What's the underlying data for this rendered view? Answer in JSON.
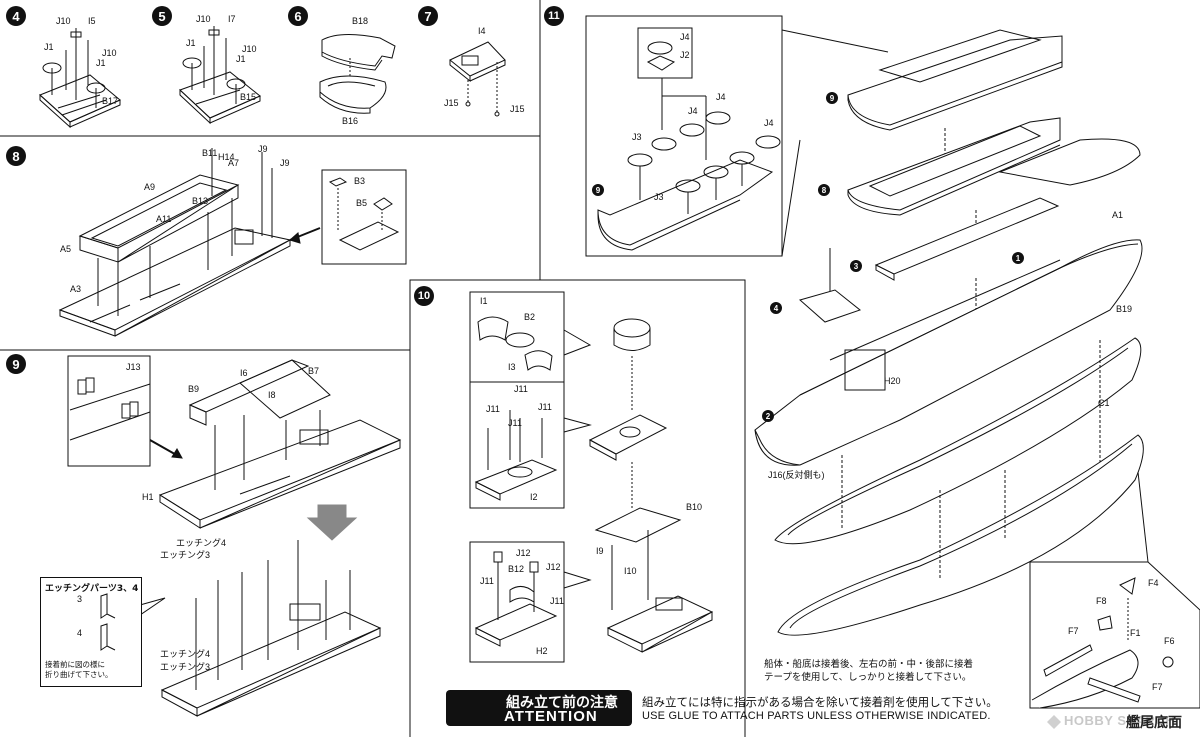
{
  "steps": {
    "s4": {
      "num": "4",
      "parts": [
        "J10",
        "I5",
        "J1",
        "J10",
        "J1",
        "B17"
      ]
    },
    "s5": {
      "num": "5",
      "parts": [
        "J10",
        "I7",
        "J1",
        "J10",
        "J1",
        "B15"
      ]
    },
    "s6": {
      "num": "6",
      "parts": [
        "B18",
        "B16"
      ]
    },
    "s7": {
      "num": "7",
      "parts": [
        "I4",
        "J15",
        "J15"
      ]
    },
    "s8": {
      "num": "8",
      "parts": [
        "B11",
        "H14",
        "A7",
        "J9",
        "J9",
        "A9",
        "A11",
        "B13",
        "A5",
        "A3"
      ],
      "inset_parts": [
        "B3",
        "B5"
      ]
    },
    "s9": {
      "num": "9",
      "parts": [
        "I6",
        "B7",
        "B9",
        "I8",
        "H1"
      ],
      "inset_parts": [
        "J13"
      ],
      "etch": [
        "エッチング4",
        "エッチング3",
        "エッチング4",
        "エッチング3"
      ]
    },
    "s10": {
      "num": "10",
      "inset_a": [
        "I1",
        "B2",
        "I3"
      ],
      "inset_b": [
        "J11",
        "J11",
        "J11",
        "J11",
        "I2"
      ],
      "inset_c": [
        "J12",
        "J11",
        "B12",
        "J12",
        "J11",
        "H2"
      ],
      "parts": [
        "B10",
        "I9",
        "I10"
      ]
    },
    "s11": {
      "num": "11",
      "inset_parts": [
        "J4",
        "J2",
        "J4",
        "J4",
        "J3",
        "J3",
        "J4"
      ],
      "inset_step": "9"
    },
    "main": {
      "callouts": [
        "9",
        "8",
        "3",
        "1",
        "4",
        "2"
      ],
      "parts": [
        "A1",
        "B19",
        "H20",
        "C1",
        "J16(反対側も)"
      ]
    },
    "stern": {
      "parts": [
        "F4",
        "F8",
        "F7",
        "F1",
        "F6",
        "F7"
      ]
    }
  },
  "etching_note": {
    "title": "エッチングパーツ3、4",
    "num3": "3",
    "num4": "4",
    "body_line1": "接着前に図の様に",
    "body_line2": "折り曲げて下さい。"
  },
  "hull_note": {
    "line1": "船体・船底は接着後、左右の前・中・後部に接着",
    "line2": "テープを使用して、しっかりと接着して下さい。"
  },
  "attention": {
    "jp": "組み立て前の注意",
    "en": "ATTENTION",
    "line1": "組み立てには特に指示がある場合を除いて接着剤を使用して下さい。",
    "line2": "USE GLUE TO ATTACH PARTS UNLESS OTHERWISE INDICATED."
  },
  "watermark": {
    "brand": "HOBBY SEARCH",
    "jp": "艦尾底面"
  },
  "colors": {
    "ink": "#111111",
    "paper": "#ffffff",
    "shade": "#888888"
  }
}
